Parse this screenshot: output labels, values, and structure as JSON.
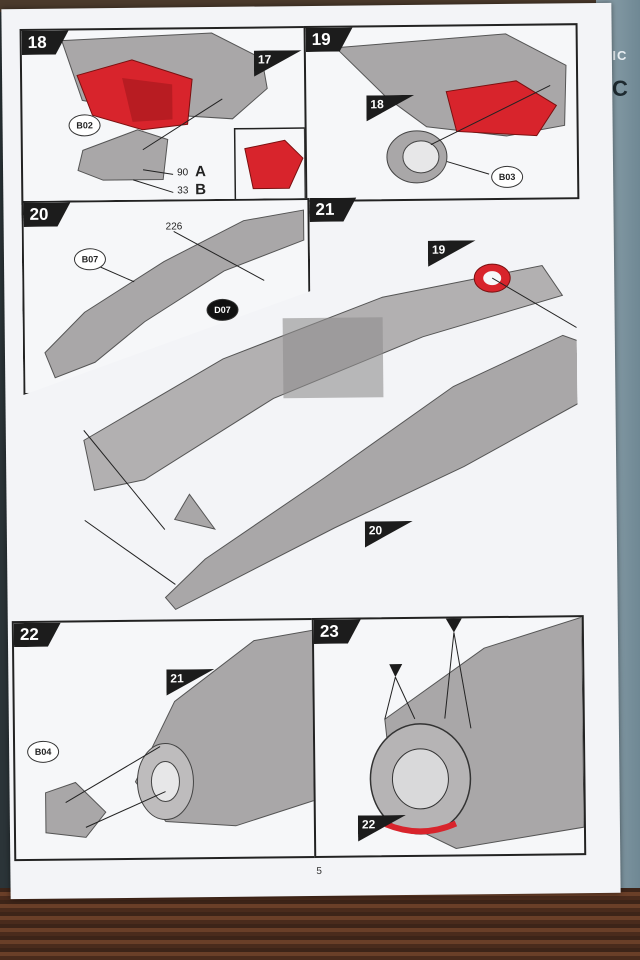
{
  "page": {
    "number": "5"
  },
  "colors": {
    "highlight": "#d8242c",
    "part": "#a7a5a6",
    "outline": "#1c1c1c"
  },
  "steps": [
    {
      "id": "18",
      "refs": [
        "17"
      ],
      "callouts": [
        "B02"
      ],
      "numbers": [
        "90",
        "33"
      ],
      "letters": [
        "A",
        "B"
      ]
    },
    {
      "id": "19",
      "refs": [
        "18"
      ],
      "callouts": [
        "B03"
      ]
    },
    {
      "id": "20",
      "callouts": [
        "B07",
        "D07"
      ],
      "numbers": [
        "226"
      ]
    },
    {
      "id": "21",
      "refs": [
        "19",
        "20"
      ]
    },
    {
      "id": "22",
      "refs": [
        "21"
      ],
      "callouts": [
        "B04"
      ]
    },
    {
      "id": "23",
      "refs": [
        "22"
      ]
    }
  ],
  "background": {
    "mat_text": "RIC",
    "mat_letter": "C"
  }
}
